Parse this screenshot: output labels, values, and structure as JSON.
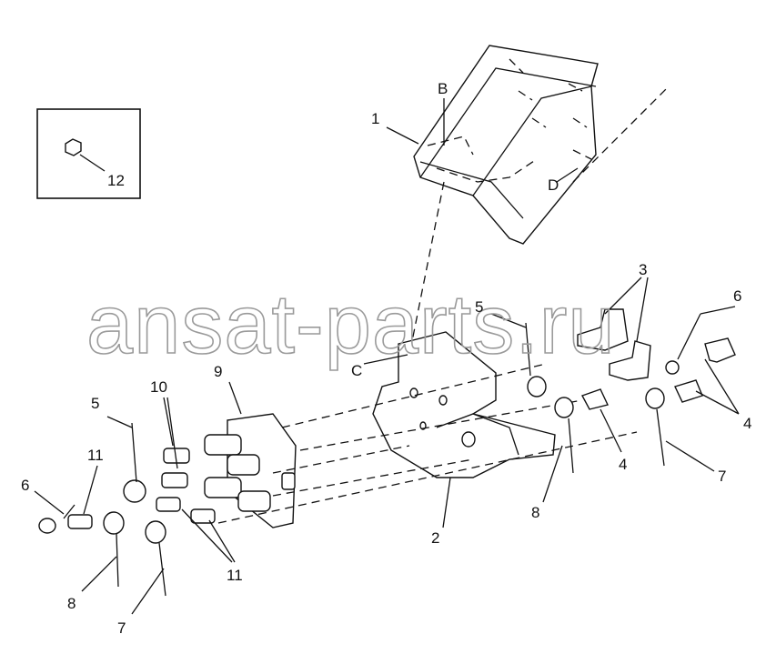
{
  "diagram": {
    "watermark": "ansat-parts.ru",
    "inset_callout": "12",
    "callouts": {
      "p1": "1",
      "B": "B",
      "C": "C",
      "D": "D",
      "p2": "2",
      "p3": "3",
      "p4a": "4",
      "p4b": "4",
      "p5a": "5",
      "p5b": "5",
      "p6a": "6",
      "p6b": "6",
      "p7a": "7",
      "p7b": "7",
      "p8a": "8",
      "p8b": "8",
      "p9": "9",
      "p10": "10",
      "p11a": "11",
      "p11b": "11"
    }
  }
}
